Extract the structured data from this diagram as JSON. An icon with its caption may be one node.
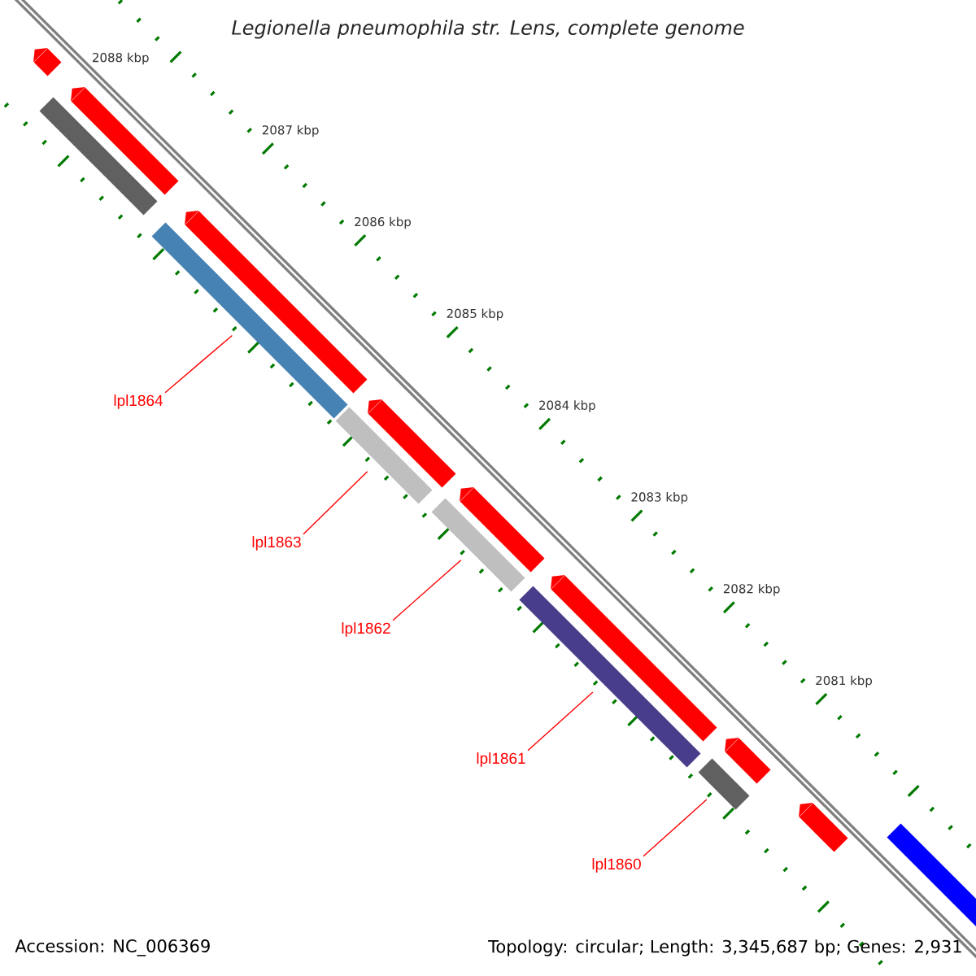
{
  "diagram": {
    "title": "Legionella pneumophila str. Lens, complete genome",
    "nodes": [
      {
        "text": [],
        "shape": "arrow"
      },
      {
        "text": [],
        "shape": "arrow"
      },
      {
        "text": [],
        "shape": "bar"
      },
      {
        "text": [],
        "shape": "arrow"
      },
      {
        "text": [],
        "shape": "bar"
      },
      {
        "text": [
          "lpl1864"
        ]
      },
      {
        "text": [],
        "shape": "arrow"
      },
      {
        "text": [],
        "shape": "bar"
      },
      {
        "text": [],
        "shape": "arrow"
      },
      {
        "text": [],
        "shape": "bar"
      },
      {
        "text": [
          "lpl1863"
        ]
      },
      {
        "text": [],
        "shape": "arrow"
      },
      {
        "text": [],
        "shape": "bar"
      },
      {
        "text": [
          "lpl1862"
        ]
      },
      {
        "text": [],
        "shape": "arrow"
      },
      {
        "text": [
          "lpl1861"
        ]
      },
      {
        "text": [],
        "shape": "bar"
      },
      {
        "text": [],
        "shape": "arrow"
      },
      {
        "text": [],
        "shape": "bar"
      },
      {
        "text": [
          "lpl1860"
        ]
      }
    ],
    "edges": [
      {
        "from": 5,
        "to": 4,
        "arrow": "none"
      },
      {
        "from": 10,
        "to": 7,
        "arrow": "none"
      },
      {
        "from": 13,
        "to": 9,
        "arrow": "none"
      },
      {
        "from": 15,
        "to": 12,
        "arrow": "none"
      },
      {
        "from": 19,
        "to": 16,
        "arrow": "none"
      }
    ],
    "labels": [
      "2088 kbp",
      "2087 kbp",
      "2086 kbp",
      "2085 kbp",
      "2084 kbp",
      "2083 kbp",
      "2082 kbp",
      "2081 kbp",
      "Accession: NC_006369",
      "Topology: circular; Length: 3,345,687 bp; Genes: 2,931"
    ]
  }
}
